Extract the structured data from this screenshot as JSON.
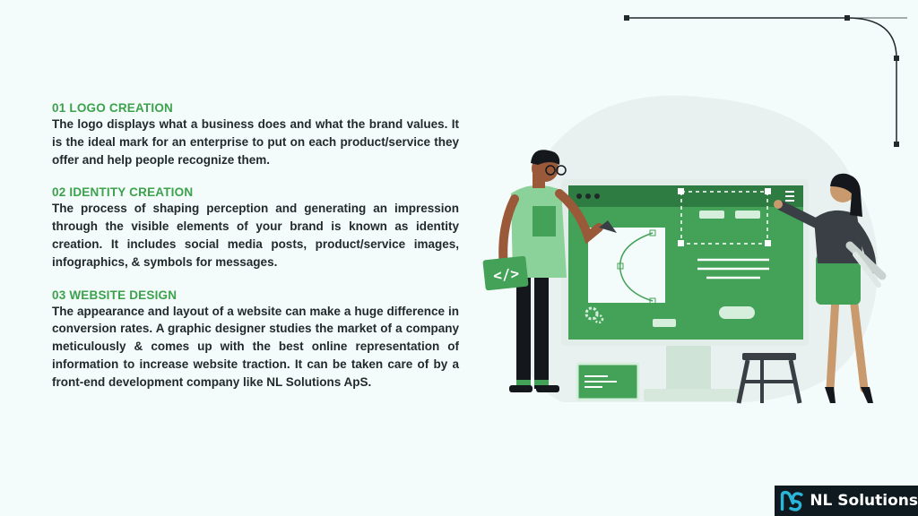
{
  "sections": [
    {
      "title": "01 LOGO CREATION",
      "body": "The logo displays what a business does and what the brand values. It is the ideal mark for an enterprise to put on each product/service they offer and help people recognize them."
    },
    {
      "title": "02 IDENTITY CREATION",
      "body": "The process of shaping perception and generating an impression through the visible elements of your brand is known as identity creation. It includes social media posts, product/service images, infographics, & symbols for messages."
    },
    {
      "title": "03 WEBSITE DESIGN",
      "body": "The appearance and layout of a website can make a huge difference in conversion rates. A graphic designer studies the market of a company meticulously & comes up with the best online representation of information to increase website traction. It can be taken care of by a front-end development company like NL Solutions ApS."
    }
  ],
  "illustration": {
    "code_badge": "</>"
  },
  "brand": {
    "name": "NL Solutions",
    "accent": "#3ca24b",
    "logo_cyan": "#2bb5d8"
  }
}
